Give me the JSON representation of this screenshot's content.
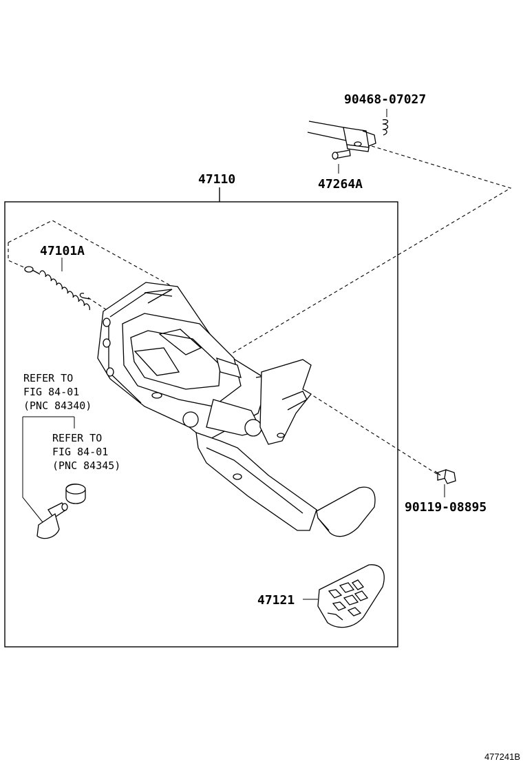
{
  "labels": {
    "clip": "90468-07027",
    "pin": "47264A",
    "assembly": "47110",
    "spring": "47101A",
    "bolt": "90119-08895",
    "pad": "47121"
  },
  "references": {
    "ref1": [
      "REFER TO",
      "FIG 84-01",
      "(PNC 84340)"
    ],
    "ref2": [
      "REFER TO",
      "FIG 84-01",
      "(PNC 84345)"
    ]
  },
  "figure_code": "477241B"
}
